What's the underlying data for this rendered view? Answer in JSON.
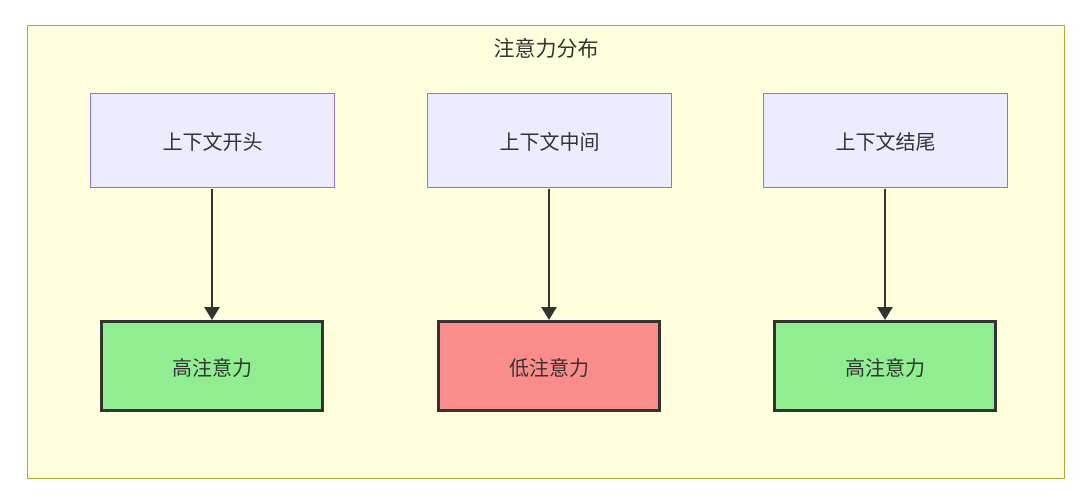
{
  "diagram": {
    "title": "注意力分布",
    "columns": [
      {
        "source": "上下文开头",
        "result": "高注意力",
        "attention_level": "high"
      },
      {
        "source": "上下文中间",
        "result": "低注意力",
        "attention_level": "low"
      },
      {
        "source": "上下文结尾",
        "result": "高注意力",
        "attention_level": "high"
      }
    ],
    "colors": {
      "cluster_fill": "#ffffde",
      "cluster_border": "#aaaa33",
      "source_node_fill": "#ececff",
      "source_node_border": "#9370db",
      "high_attention_fill": "#90ee90",
      "low_attention_fill": "#fa8c8c",
      "result_node_border": "#333333",
      "arrow_color": "#333333",
      "text_color": "#333333"
    }
  }
}
